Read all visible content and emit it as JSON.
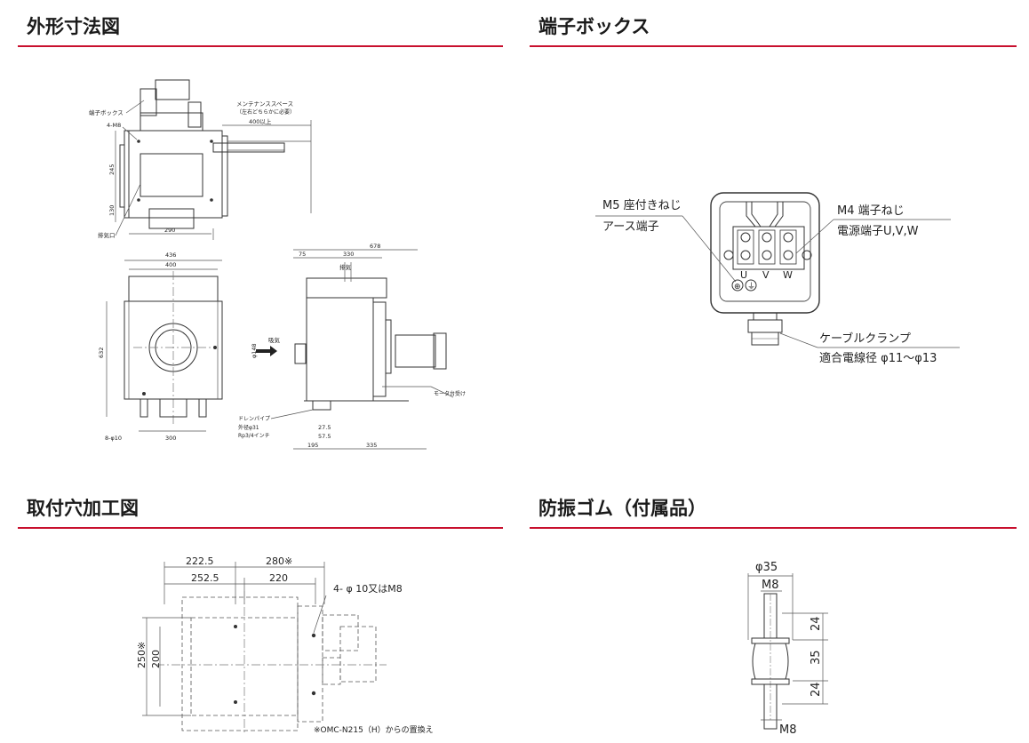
{
  "sections": {
    "dimensions": {
      "title": "外形寸法図"
    },
    "terminal_box": {
      "title": "端子ボックス"
    },
    "mounting_holes": {
      "title": "取付穴加工図"
    },
    "rubber": {
      "title": "防振ゴム（付属品）"
    }
  },
  "dimensions_labels": {
    "terminal_box": "端子ボックス",
    "bolts": "4-M8",
    "maintenance_space": "メンテナンススペース",
    "maintenance_note": "（左右どちらかに必要）",
    "maintenance_400": "400以上",
    "d245": "245",
    "d130": "130",
    "d290": "290",
    "exhaust_port": "排気口",
    "d436": "436",
    "d400": "400",
    "d632": "632",
    "d8phi10": "8-φ10",
    "d300": "300",
    "d678": "678",
    "d75": "75",
    "d330": "330",
    "exhaust": "排気",
    "intake": "吸気",
    "phi148": "φ148",
    "motor_mount": "モータ台受け",
    "drain_pipe": "ドレンパイプ",
    "drain_od": "外径φ31",
    "drain_rp": "Rp3/4インチ",
    "d27_5": "27.5",
    "d57_5": "57.5",
    "d195": "195",
    "d335": "335"
  },
  "terminal_labels": {
    "m5": "M5 座付きねじ",
    "earth": "アース端子",
    "m4": "M4 端子ねじ",
    "power": "電源端子U,V,W",
    "cable": "ケーブルクランプ",
    "wire": "適合電線径 φ11〜φ13",
    "u": "U",
    "v": "V",
    "w": "W"
  },
  "mounting_labels": {
    "d222_5": "222.5",
    "d280": "280※",
    "d252_5": "252.5",
    "d220": "220",
    "holes": "4- φ 10又はM8",
    "d250": "250※",
    "d200": "200",
    "note": "※OMC-N215（H）からの置換え"
  },
  "rubber_labels": {
    "phi35": "φ35",
    "m8_top": "M8",
    "d24_top": "24",
    "d35": "35",
    "d24_bottom": "24",
    "m8_bottom": "M8"
  }
}
